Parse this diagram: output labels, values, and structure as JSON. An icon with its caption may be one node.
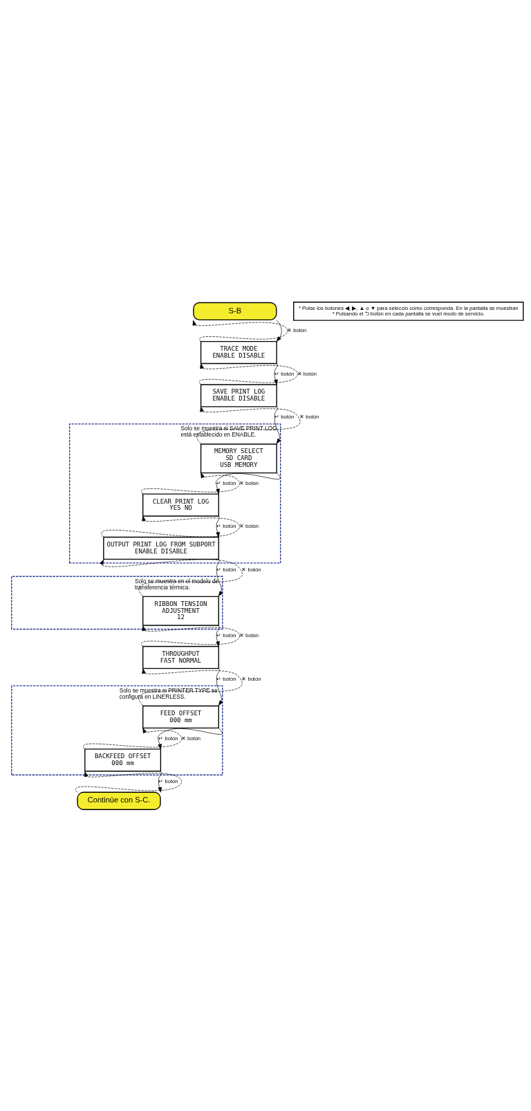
{
  "diagram": {
    "nodes": [
      {
        "text": [
          "S-B"
        ]
      },
      {
        "text": [
          "TRACE MODE",
          "ENABLE DISABLE"
        ]
      },
      {
        "text": [
          "SAVE PRINT LOG",
          "ENABLE DISABLE"
        ]
      },
      {
        "text": [
          "Solo se muestra si SAVE PRINT LOG está establecido en ENABLE."
        ]
      },
      {
        "text": [
          "MEMORY SELECT",
          "SD CARD",
          "USB MEMORY"
        ],
        "in": 3
      },
      {
        "text": [
          "CLEAR PRINT LOG",
          "YES NO"
        ],
        "in": 3
      },
      {
        "text": [
          "OUTPUT PRINT LOG FROM SUBPORT",
          "ENABLE DISABLE"
        ],
        "in": 3
      },
      {
        "text": [
          "Solo se muestra en el modelo de transferencia térmica."
        ]
      },
      {
        "text": [
          "RIBBON TENSION",
          "ADJUSTMENT",
          "12"
        ],
        "in": 7
      },
      {
        "text": [
          "THROUGHPUT",
          "FAST NORMAL"
        ]
      },
      {
        "text": [
          "Solo se muestra si PRINTER TYPE se configura en LINERLESS."
        ]
      },
      {
        "text": [
          "FEED OFFSET",
          "000 mm"
        ],
        "in": 10
      },
      {
        "text": [
          "BACKFEED OFFSET",
          "000 mm"
        ],
        "in": 10
      },
      {
        "text": [
          "Continúe con S-C."
        ]
      },
      {
        "text": [
          "* Pulse los botones ◀, ▶, ▲ o ▼ para seleccio como corresponda. En la pantalla se muestran",
          "* Pulsando el ⮌ botón en cada pantalla se vuel modo de servicio."
        ]
      }
    ],
    "edges": [
      {
        "from": 0,
        "to": 1,
        "arrow": "to"
      },
      {
        "from": 1,
        "to": 0,
        "arrow": "to",
        "style": "dashed",
        "label": "✕ botón"
      },
      {
        "from": 1,
        "to": 2,
        "arrow": "to",
        "label": "↵ botón"
      },
      {
        "from": 2,
        "to": 1,
        "arrow": "to",
        "style": "dashed",
        "label": "✕ botón"
      },
      {
        "from": 2,
        "to": 4,
        "arrow": "to",
        "label": "↵ botón"
      },
      {
        "from": 4,
        "to": 2,
        "arrow": "to",
        "style": "dashed",
        "label": "✕ botón"
      },
      {
        "from": 4,
        "to": 5,
        "arrow": "to",
        "label": "↵ botón"
      },
      {
        "from": 5,
        "to": 4,
        "arrow": "to",
        "style": "dashed",
        "label": "✕ botón"
      },
      {
        "from": 5,
        "to": 6,
        "arrow": "to",
        "label": "↵ botón"
      },
      {
        "from": 6,
        "to": 5,
        "arrow": "to",
        "style": "dashed",
        "label": "✕ botón"
      },
      {
        "from": 6,
        "to": 8,
        "arrow": "to",
        "label": "↵ botón"
      },
      {
        "from": 8,
        "to": 6,
        "arrow": "to",
        "style": "dashed",
        "label": "✕ botón"
      },
      {
        "from": 8,
        "to": 9,
        "arrow": "to",
        "label": "↵ botón"
      },
      {
        "from": 9,
        "to": 8,
        "arrow": "to",
        "style": "dashed",
        "label": "✕ botón"
      },
      {
        "from": 9,
        "to": 11,
        "arrow": "to",
        "label": "↵ botón"
      },
      {
        "from": 11,
        "to": 9,
        "arrow": "to",
        "style": "dashed",
        "label": "✕ botón"
      },
      {
        "from": 11,
        "to": 12,
        "arrow": "to",
        "label": "↵ botón"
      },
      {
        "from": 12,
        "to": 11,
        "arrow": "to",
        "style": "dashed",
        "label": "✕ botón"
      },
      {
        "from": 12,
        "to": 13,
        "arrow": "to",
        "label": "↵ botón"
      },
      {
        "from": 13,
        "to": 12,
        "arrow": "to",
        "style": "dashed"
      }
    ]
  }
}
